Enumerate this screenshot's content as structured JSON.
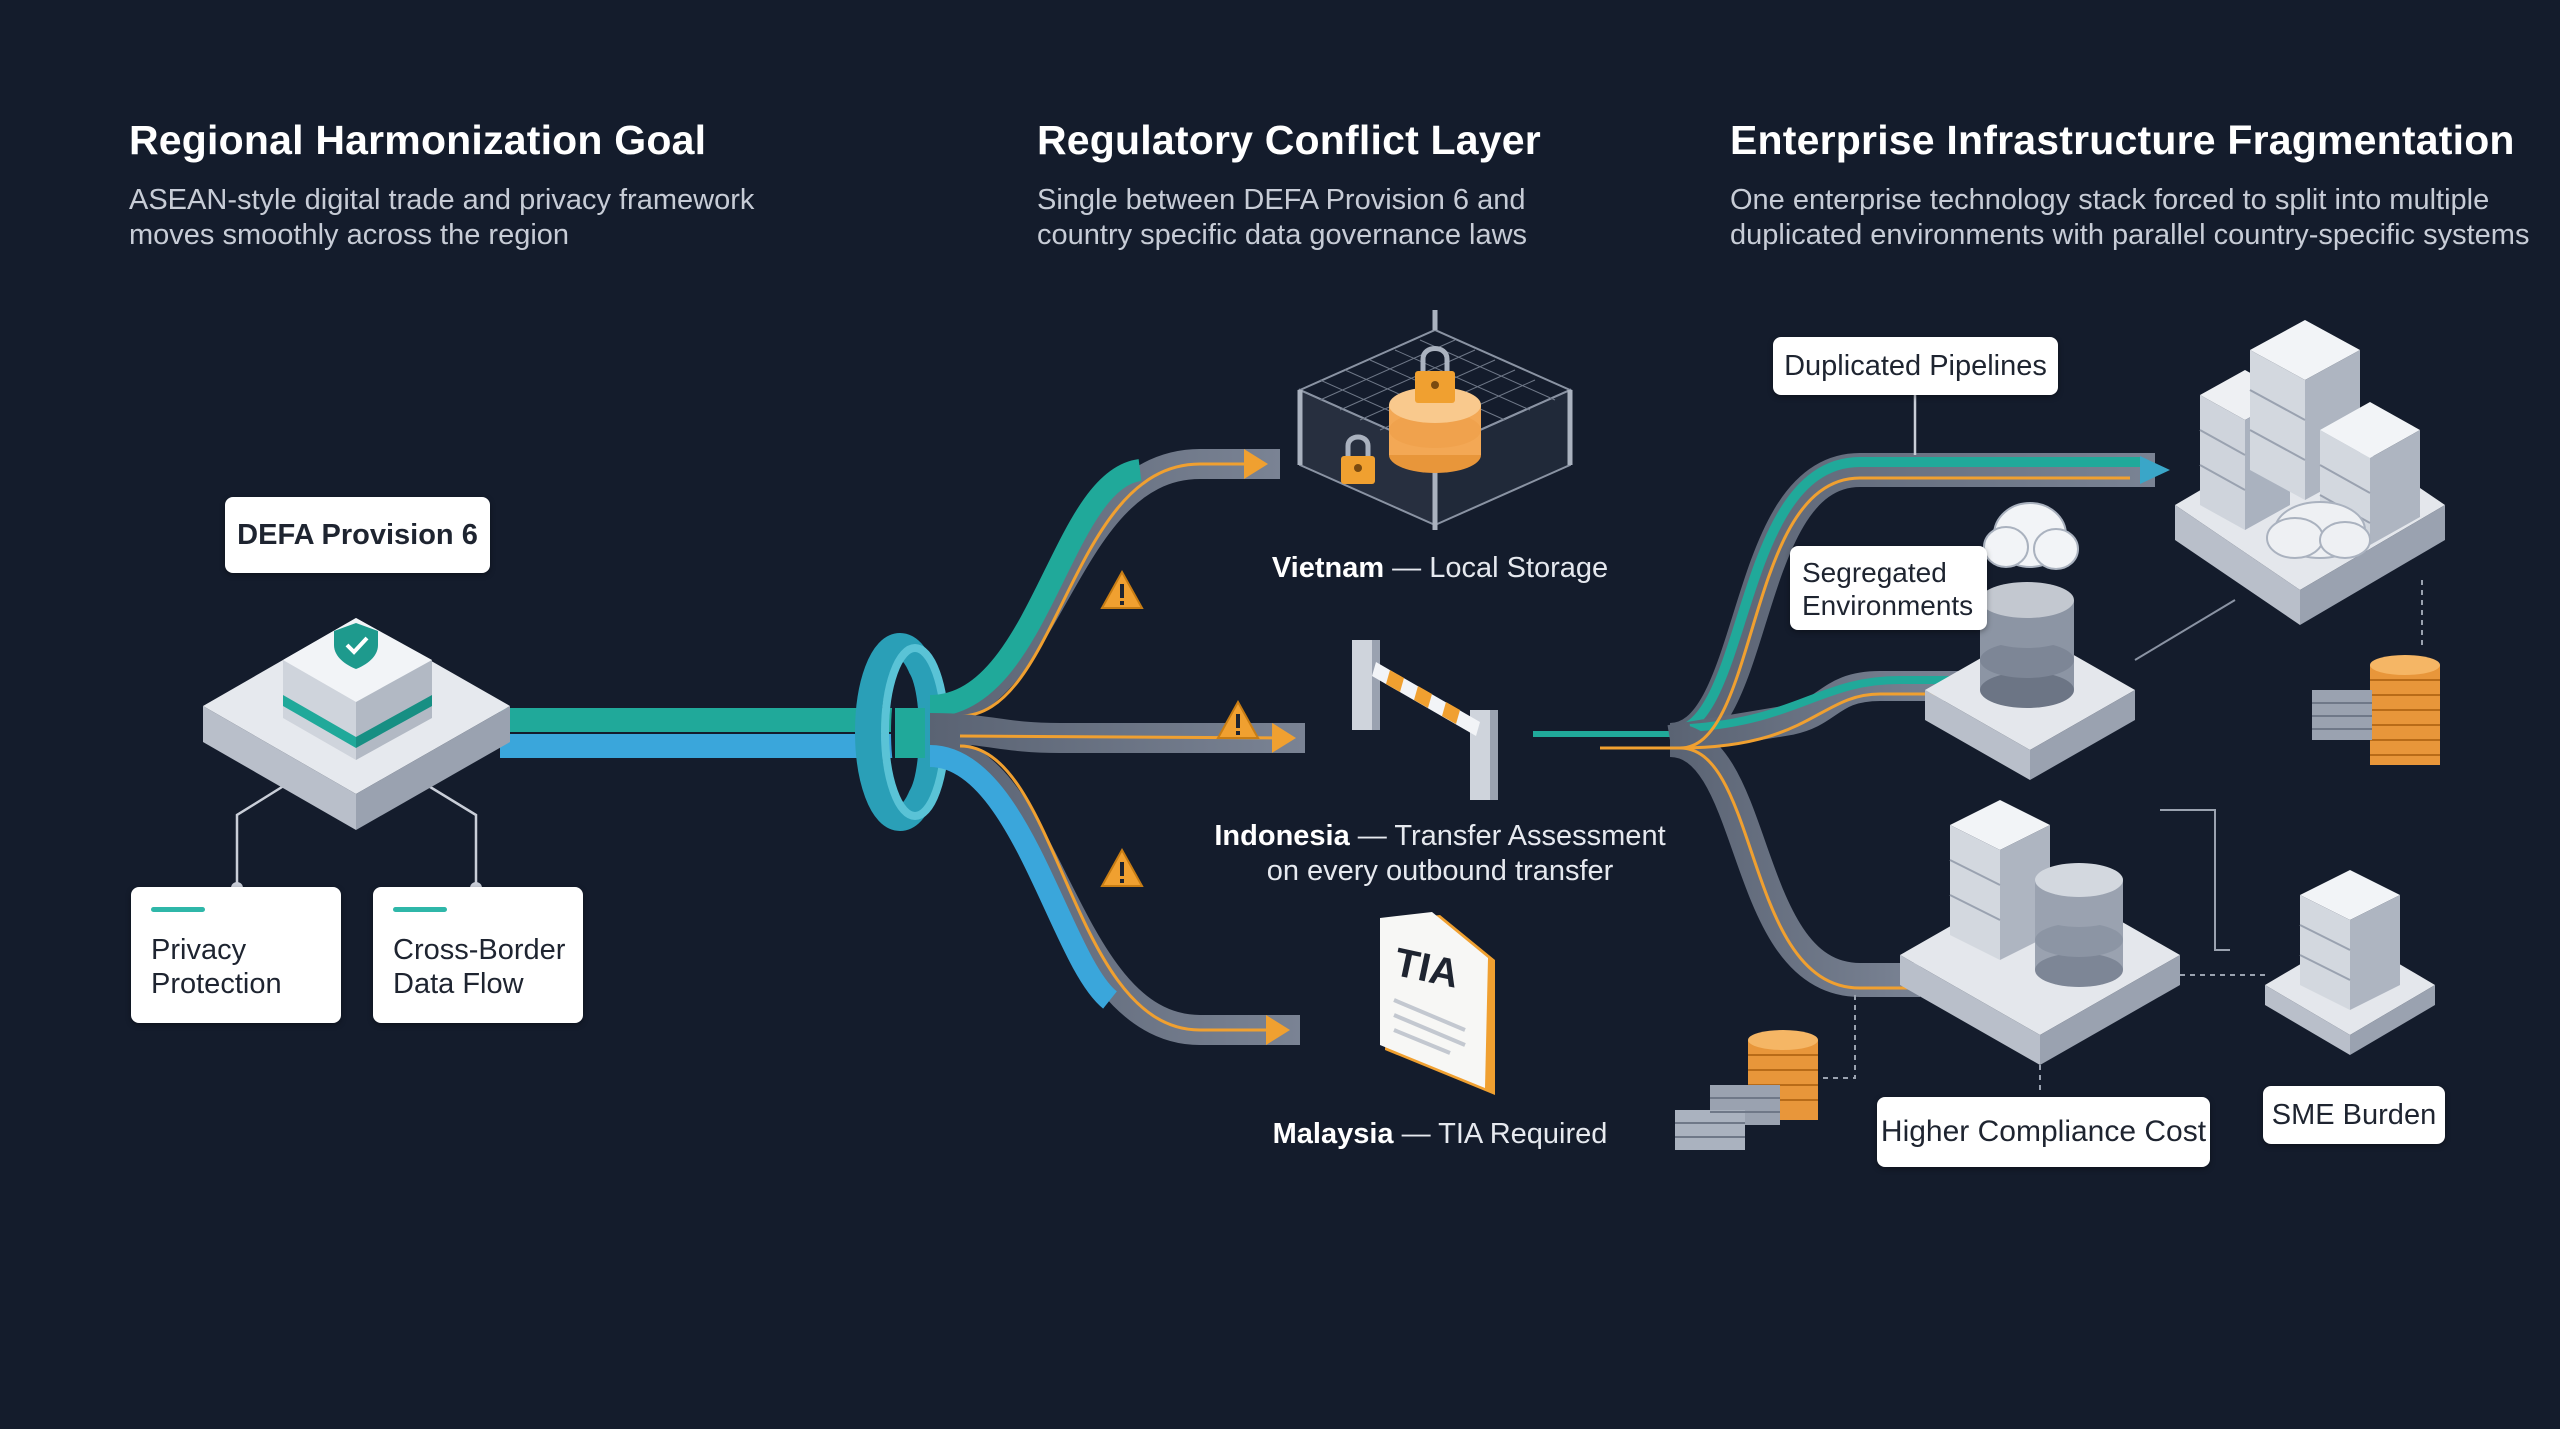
{
  "sections": {
    "left": {
      "title": "Regional Harmonization Goal",
      "subtitle_line1": "ASEAN-style digital trade and privacy framework",
      "subtitle_line2": "moves smoothly across the region"
    },
    "middle": {
      "title": "Regulatory Conflict Layer",
      "subtitle_line1": "Single between DEFA Provision 6 and",
      "subtitle_line2": "country specific data governance laws"
    },
    "right": {
      "title": "Enterprise Infrastructure Fragmentation",
      "subtitle_line1": "One enterprise technology stack forced to split into multiple",
      "subtitle_line2": "duplicated environments with parallel country-specific systems"
    }
  },
  "defa": {
    "label": "DEFA Provision 6",
    "cards": [
      {
        "line1": "Privacy",
        "line2": "Protection"
      },
      {
        "line1": "Cross-Border",
        "line2": "Data Flow"
      }
    ]
  },
  "countries": {
    "vietnam": {
      "name": "Vietnam",
      "rule": "— Local Storage"
    },
    "indonesia": {
      "name": "Indonesia",
      "rule": "— Transfer Assessment",
      "rule_line2": "on every outbound transfer"
    },
    "malaysia": {
      "name": "Malaysia",
      "rule": "— TIA Required"
    }
  },
  "tia_doc_text": "TIA",
  "enterprise": {
    "duplicated_pipelines": "Duplicated Pipelines",
    "segregated_line1": "Segregated",
    "segregated_line2": "Environments",
    "higher_cost": "Higher Compliance Cost",
    "sme_burden": "SME Burden"
  },
  "icons": [
    "shield-icon",
    "padlock-icon",
    "warning-icon",
    "barrier-gate-icon",
    "document-icon",
    "server-stack-icon",
    "database-icon",
    "cloud-icon",
    "money-stack-icon"
  ],
  "colors": {
    "background": "#141c2c",
    "teal": "#20a99a",
    "blue": "#3aa6db",
    "amber": "#f0a030",
    "gray_path": "#5f6878"
  }
}
